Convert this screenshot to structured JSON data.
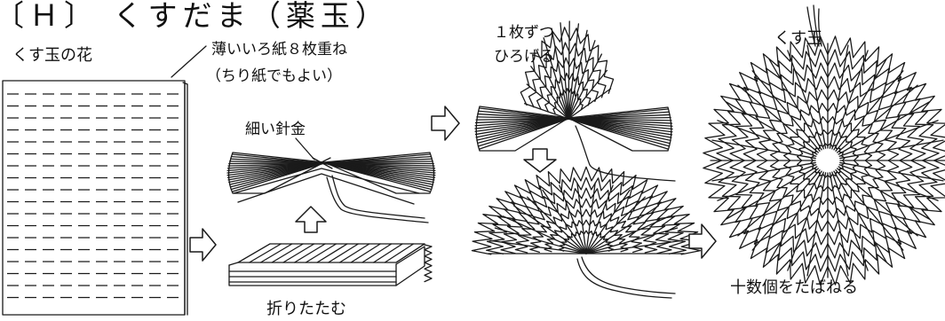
{
  "title": "〔Ｈ〕 くすだま（薬玉）",
  "labels": {
    "flower": "くす玉の花",
    "paper_line1": "薄いいろ紙８枚重ね",
    "paper_line2": "（ちり紙でもよい）",
    "wire": "細い針金",
    "fold": "折りたたむ",
    "spread_line1": "１枚ずつ",
    "spread_line2": "ひろげる",
    "ball": "くす玉",
    "bundle": "十数個をたばねる"
  }
}
